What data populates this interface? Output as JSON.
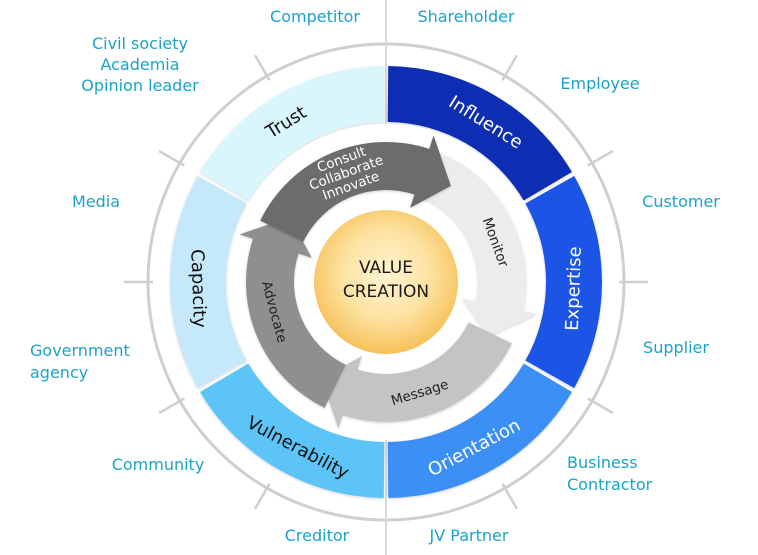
{
  "diagram": {
    "center": {
      "line1": "VALUE",
      "line2": "CREATION"
    },
    "segments": [
      {
        "label": "Influence",
        "color": "#0b2fb2",
        "text_color": "#ffffff"
      },
      {
        "label": "Expertise",
        "color": "#1a55e6",
        "text_color": "#ffffff"
      },
      {
        "label": "Orientation",
        "color": "#3b8ff5",
        "text_color": "#ffffff"
      },
      {
        "label": "Vulnerability",
        "color": "#5cc4f7",
        "text_color": "#111111"
      },
      {
        "label": "Capacity",
        "color": "#c6e8fb",
        "text_color": "#111111"
      },
      {
        "label": "Trust",
        "color": "#d9f6fc",
        "text_color": "#111111"
      }
    ],
    "cycle": [
      {
        "label": "Monitor",
        "color": "#ececec",
        "text_color": "#222222"
      },
      {
        "label": "Message",
        "color": "#c4c4c4",
        "text_color": "#222222"
      },
      {
        "label": "Advocate",
        "color": "#8f8f8f",
        "text_color": "#222222"
      },
      {
        "lines": [
          "Consult",
          "Collaborate",
          "Innovate"
        ],
        "color": "#6c6c6c",
        "text_color": "#ffffff"
      }
    ],
    "stakeholders": {
      "competitor": "Competitor",
      "shareholder": "Shareholder",
      "civil_society": [
        "Civil society",
        "Academia",
        "Opinion leader"
      ],
      "employee": "Employee",
      "media": "Media",
      "customer": "Customer",
      "government": [
        "Government",
        "agency"
      ],
      "supplier": "Supplier",
      "community": "Community",
      "business_contractor": [
        "Business",
        "Contractor"
      ],
      "creditor": "Creditor",
      "jv_partner": "JV Partner"
    },
    "colors": {
      "stakeholder_text": "#1aa3c8",
      "ring_line": "#cfcfcf",
      "core_center": "#fff3d3",
      "core_edge": "#f6c15a"
    }
  }
}
